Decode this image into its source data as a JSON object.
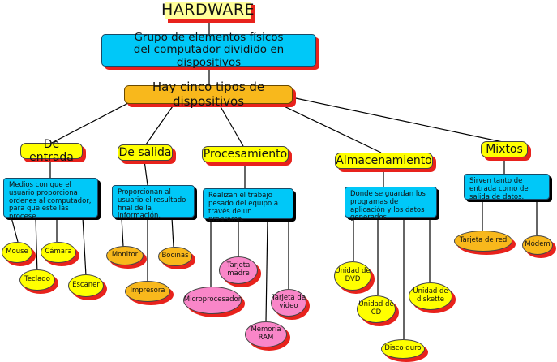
{
  "title": "HARDWARE",
  "definition": [
    "Grupo de elementos físicos",
    "del computador dividido en dispositivos"
  ],
  "summary": "Hay cinco tipos de dispositivos",
  "categories": {
    "entrada": {
      "label": "De entrada",
      "description": "Medios con que el usuario proporciona ordenes al computador, para que este las procese.",
      "examples": [
        "Mouse",
        "Cámara",
        "Teclado",
        "Escaner"
      ]
    },
    "salida": {
      "label": "De salida",
      "description": "Proporcionan al usuario el resultado final de la información.",
      "examples": [
        "Monitor",
        "Bocinas",
        "Impresora"
      ]
    },
    "procesamiento": {
      "label": "Procesamiento",
      "description": "Realizan el trabajo pesado del equipo a través de un programa.",
      "examples": [
        "Tarjeta madre",
        "Microprocesador",
        "Tarjeta de video",
        "Memoria RAM"
      ]
    },
    "almacenamiento": {
      "label": "Almacenamiento",
      "description": "Donde se guardan los programas de aplicación y los datos generados.",
      "examples": [
        "Unidad de DVD",
        "Unidad de CD",
        "Unidad de diskette",
        "Disco duro"
      ]
    },
    "mixtos": {
      "label": "Mixtos",
      "description": "Sirven tanto de entrada como de salida de datos.",
      "examples": [
        "Tarjeta de red",
        "Módem"
      ]
    }
  },
  "colors": {
    "title_bg": "#ffff99",
    "blue": "#00c8f8",
    "orange": "#f8b81c",
    "yellow": "#ffff00",
    "pink": "#f986c8",
    "shadow": "#e8221c"
  }
}
